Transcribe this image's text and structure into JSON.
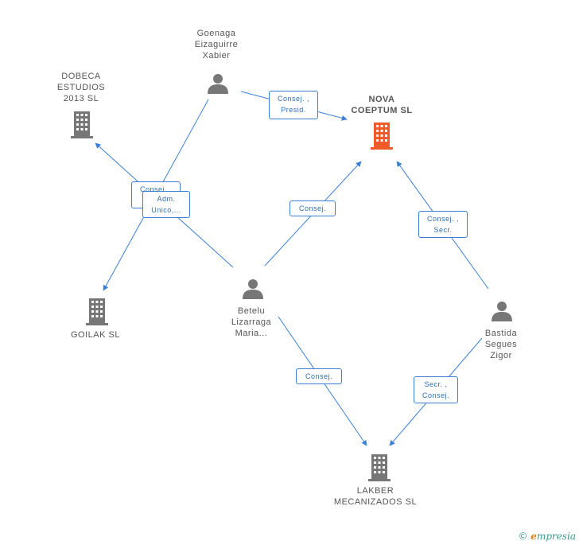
{
  "nodes": {
    "goenaga": {
      "label": "Goenaga\nEizaguirre\nXabier",
      "kind": "person"
    },
    "dobeca": {
      "label": "DOBECA\nESTUDIOS\n2013 SL",
      "kind": "company"
    },
    "nova": {
      "label": "NOVA\nCOEPTUM SL",
      "kind": "company-main",
      "color": "#f05a28"
    },
    "goilak": {
      "label": "GOILAK SL",
      "kind": "company"
    },
    "betelu": {
      "label": "Betelu\nLizarraga\nMaria...",
      "kind": "person"
    },
    "bastida": {
      "label": "Bastida\nSegues\nZigor",
      "kind": "person"
    },
    "lakber": {
      "label": "LAKBER\nMECANIZADOS SL",
      "kind": "company"
    }
  },
  "edges": {
    "goenaga_nova": "Consej. ,\nPresid.",
    "goenaga_dobeca": "Consej. ,\nVo...",
    "adm_unico": "Adm.\nUnico,...",
    "betelu_nova": "Consej.",
    "bastida_nova": "Consej. ,\nSecr.",
    "betelu_lakber": "Consej.",
    "bastida_lakber": "Secr. ,\nConsej."
  },
  "colors": {
    "edge": "#3b7fd4",
    "icon": "#777777",
    "main": "#f05a28"
  },
  "footer": {
    "copyright": "©",
    "brand_initial": "e",
    "brand_rest": "mpresia"
  }
}
